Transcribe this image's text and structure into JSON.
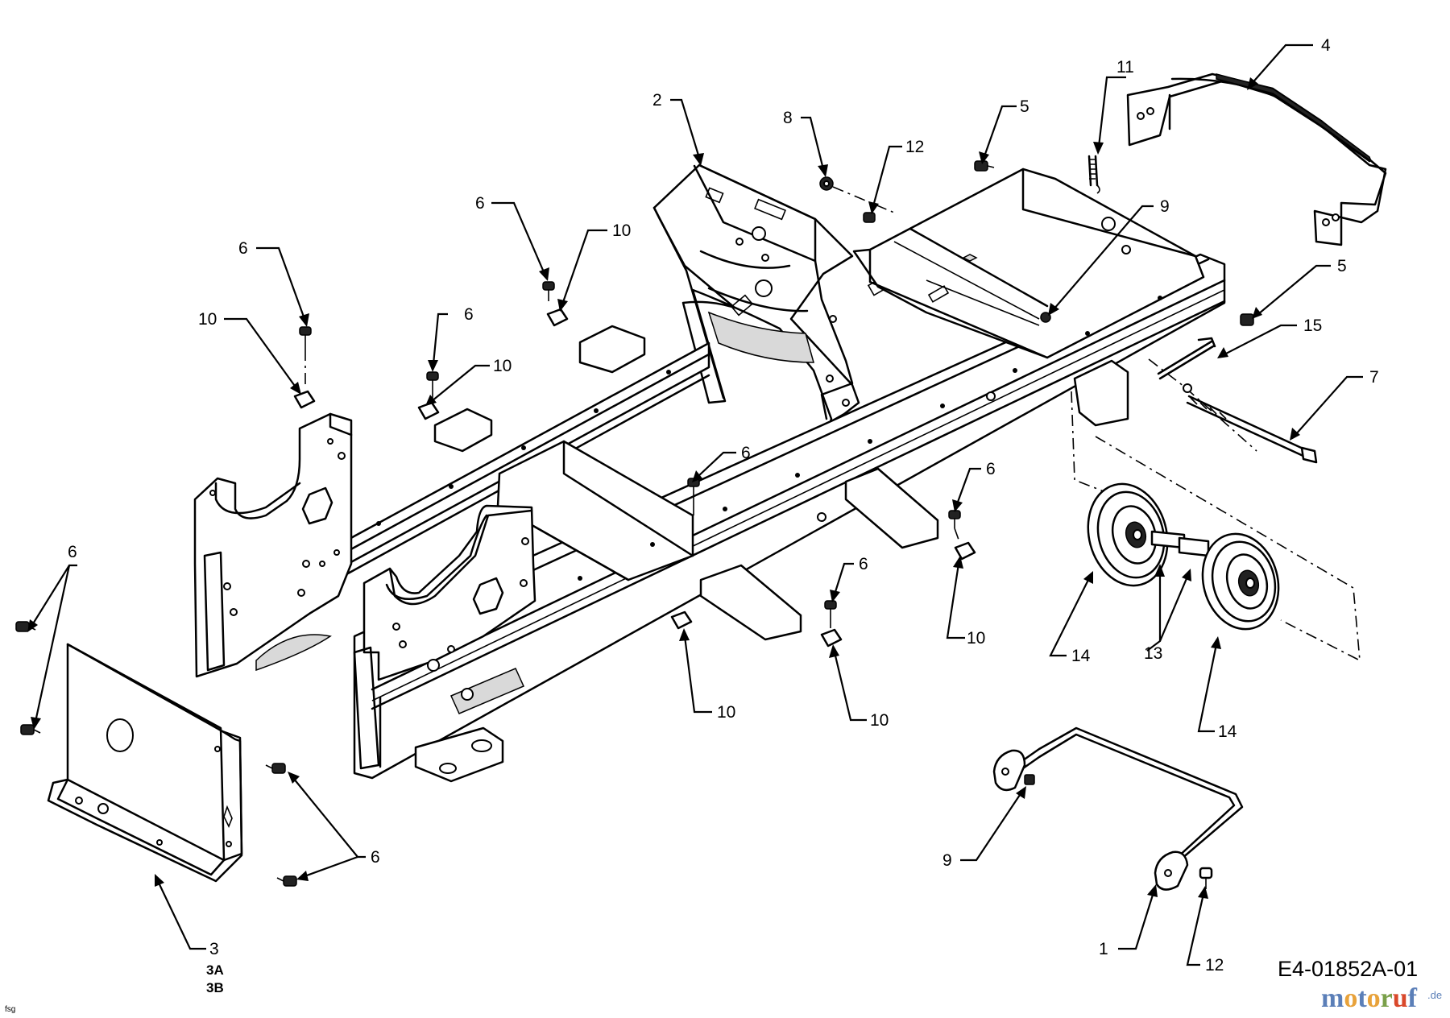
{
  "diagram_code": "E4-01852A-01",
  "footer_mark": "fsg",
  "watermark": {
    "text": "motoruf",
    "tld": ".de",
    "colors": {
      "m": "#5b7fb8",
      "o": "#e8a23a",
      "t": "#5b7fb8",
      "r": "#7aa04a",
      "u": "#d9482b",
      "f": "#5b7fb8"
    }
  },
  "callouts": [
    {
      "id": "c-4",
      "text": "4"
    },
    {
      "id": "c-11",
      "text": "11"
    },
    {
      "id": "c-2",
      "text": "2"
    },
    {
      "id": "c-8",
      "text": "8"
    },
    {
      "id": "c-5a",
      "text": "5"
    },
    {
      "id": "c-12a",
      "text": "12"
    },
    {
      "id": "c-9a",
      "text": "9"
    },
    {
      "id": "c-6a",
      "text": "6"
    },
    {
      "id": "c-10a",
      "text": "10"
    },
    {
      "id": "c-6b",
      "text": "6"
    },
    {
      "id": "c-10b",
      "text": "10"
    },
    {
      "id": "c-6c",
      "text": "6"
    },
    {
      "id": "c-10c",
      "text": "10"
    },
    {
      "id": "c-5b",
      "text": "5"
    },
    {
      "id": "c-15",
      "text": "15"
    },
    {
      "id": "c-7",
      "text": "7"
    },
    {
      "id": "c-6d",
      "text": "6"
    },
    {
      "id": "c-6e",
      "text": "6"
    },
    {
      "id": "c-6f",
      "text": "6"
    },
    {
      "id": "c-10d",
      "text": "10"
    },
    {
      "id": "c-6g",
      "text": "6"
    },
    {
      "id": "c-14a",
      "text": "14"
    },
    {
      "id": "c-13",
      "text": "13"
    },
    {
      "id": "c-14b",
      "text": "14"
    },
    {
      "id": "c-10e",
      "text": "10"
    },
    {
      "id": "c-10f",
      "text": "10"
    },
    {
      "id": "c-6h",
      "text": "6"
    },
    {
      "id": "c-9b",
      "text": "9"
    },
    {
      "id": "c-1",
      "text": "1"
    },
    {
      "id": "c-12b",
      "text": "12"
    },
    {
      "id": "c-3",
      "text": "3"
    },
    {
      "id": "c-3a",
      "text": "3A"
    },
    {
      "id": "c-3b",
      "text": "3B"
    }
  ]
}
